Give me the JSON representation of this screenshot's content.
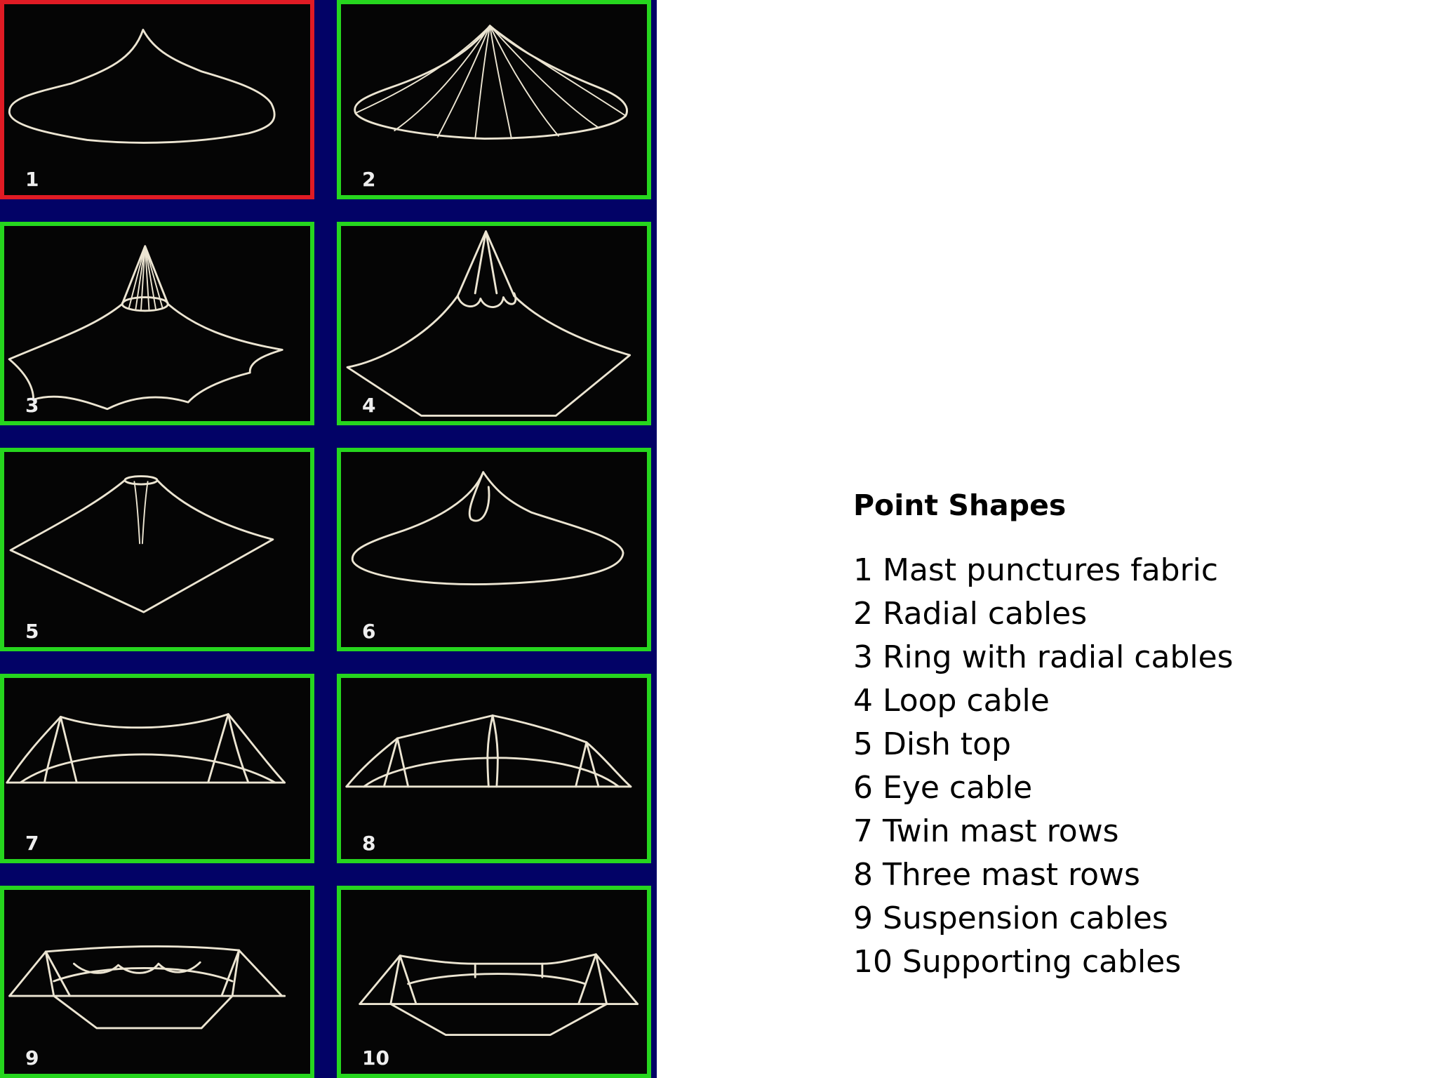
{
  "figure": {
    "colors": {
      "background": "#020266",
      "panel": "#050505",
      "frame": "#26d61e",
      "frame_selected": "#e01b24",
      "line": "#ece5d2"
    },
    "panels": [
      {
        "label": "1",
        "selected": true
      },
      {
        "label": "2",
        "selected": false
      },
      {
        "label": "3",
        "selected": false
      },
      {
        "label": "4",
        "selected": false
      },
      {
        "label": "5",
        "selected": false
      },
      {
        "label": "6",
        "selected": false
      },
      {
        "label": "7",
        "selected": false
      },
      {
        "label": "8",
        "selected": false
      },
      {
        "label": "9",
        "selected": false
      },
      {
        "label": "10",
        "selected": false
      }
    ]
  },
  "caption": {
    "title": "Point Shapes",
    "items": [
      "1 Mast punctures fabric",
      "2 Radial cables",
      "3 Ring with radial cables",
      "4 Loop cable",
      "5 Dish top",
      "6 Eye cable",
      "7 Twin mast rows",
      "8 Three mast rows",
      "9 Suspension cables",
      "10 Supporting cables"
    ]
  }
}
